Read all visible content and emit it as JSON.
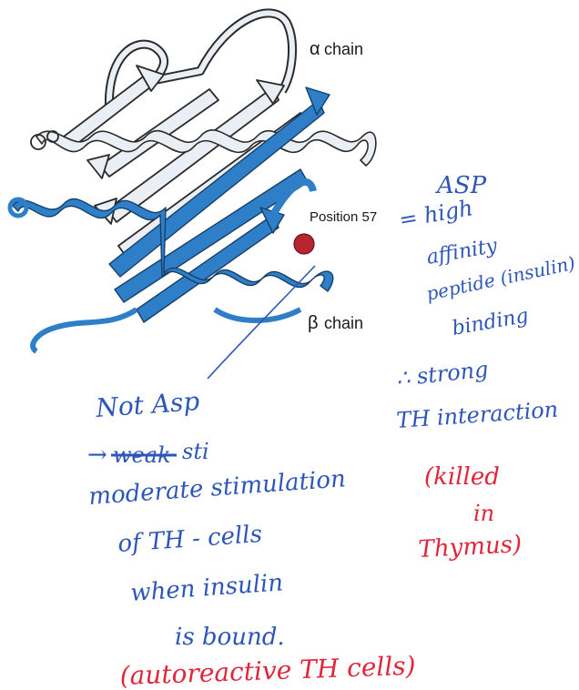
{
  "colors": {
    "alpha_chain": "#e9eff5",
    "alpha_outline": "#2b2b2b",
    "beta_chain": "#2e7fc7",
    "beta_dark": "#1f5f99",
    "position_marker": "#b82431",
    "blue_ink": "#2e55b8",
    "red_ink": "#e0263a"
  },
  "figure": {
    "alpha_label_greek": "α",
    "alpha_label_word": "chain",
    "beta_label_greek": "β",
    "beta_label_word": "chain",
    "position_label": "Position 57"
  },
  "notes": {
    "asp_title": "ASP",
    "asp_lines": [
      "= high",
      "affinity",
      "peptide (insulin)",
      "binding"
    ],
    "strong_lines": [
      "∴ strong",
      "TH interaction"
    ],
    "not_asp_title": "Not Asp",
    "arrow": "→",
    "struck_word": "weak",
    "after_strike": "sti",
    "moderate_lines": [
      "moderate stimulation",
      "of TH - cells",
      "when insulin",
      "is bound."
    ],
    "killed_lines": [
      "(killed",
      "in",
      "Thymus)"
    ],
    "autoreactive": "(autoreactive TH cells)"
  }
}
